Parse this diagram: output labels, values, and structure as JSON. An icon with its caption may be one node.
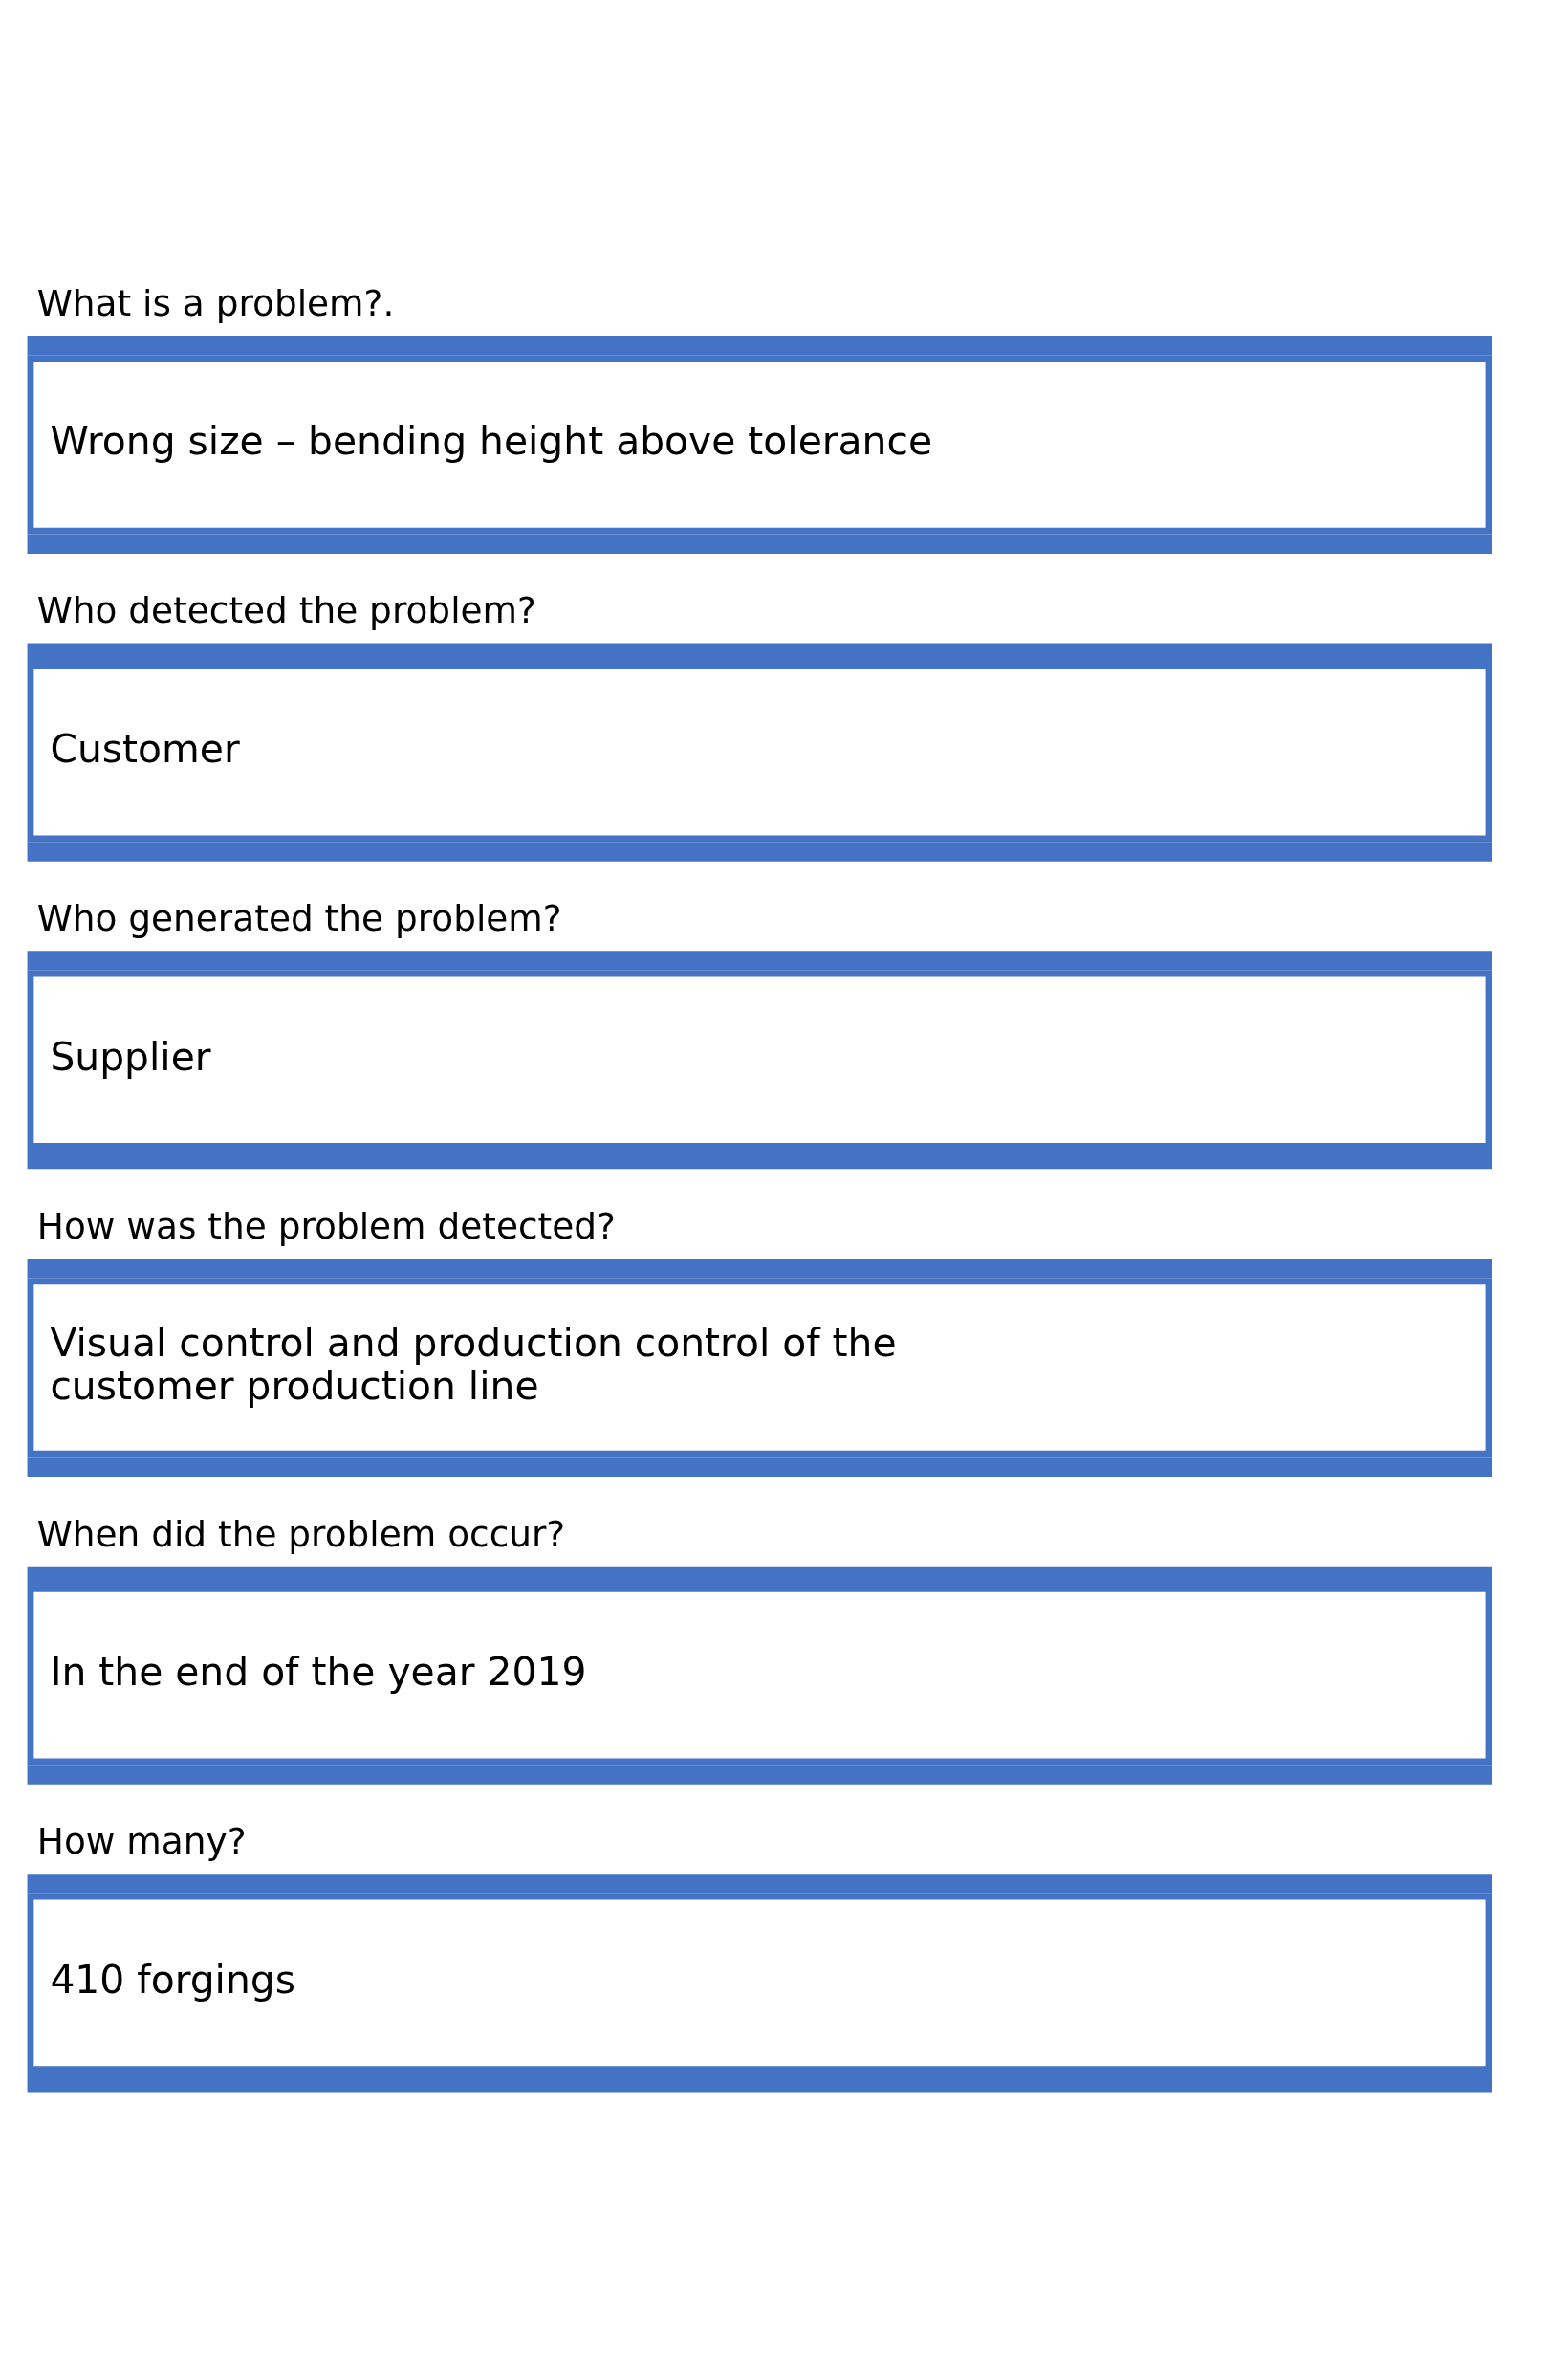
{
  "diagram": {
    "nodes": [
      {
        "text": [
          "What is a problem?.",
          "Wrong size – bending height above tolerance"
        ]
      },
      {
        "text": [
          "Who detected the problem?",
          "Customer"
        ]
      },
      {
        "text": [
          "Who generated the problem?",
          "Supplier"
        ]
      },
      {
        "text": [
          "How was the problem detected?",
          "Visual control and production control of the customer production line"
        ]
      },
      {
        "text": [
          "When did the problem occur?",
          "In the end of the year 2019"
        ]
      },
      {
        "text": [
          "How many?",
          "410 forgings"
        ]
      }
    ]
  }
}
